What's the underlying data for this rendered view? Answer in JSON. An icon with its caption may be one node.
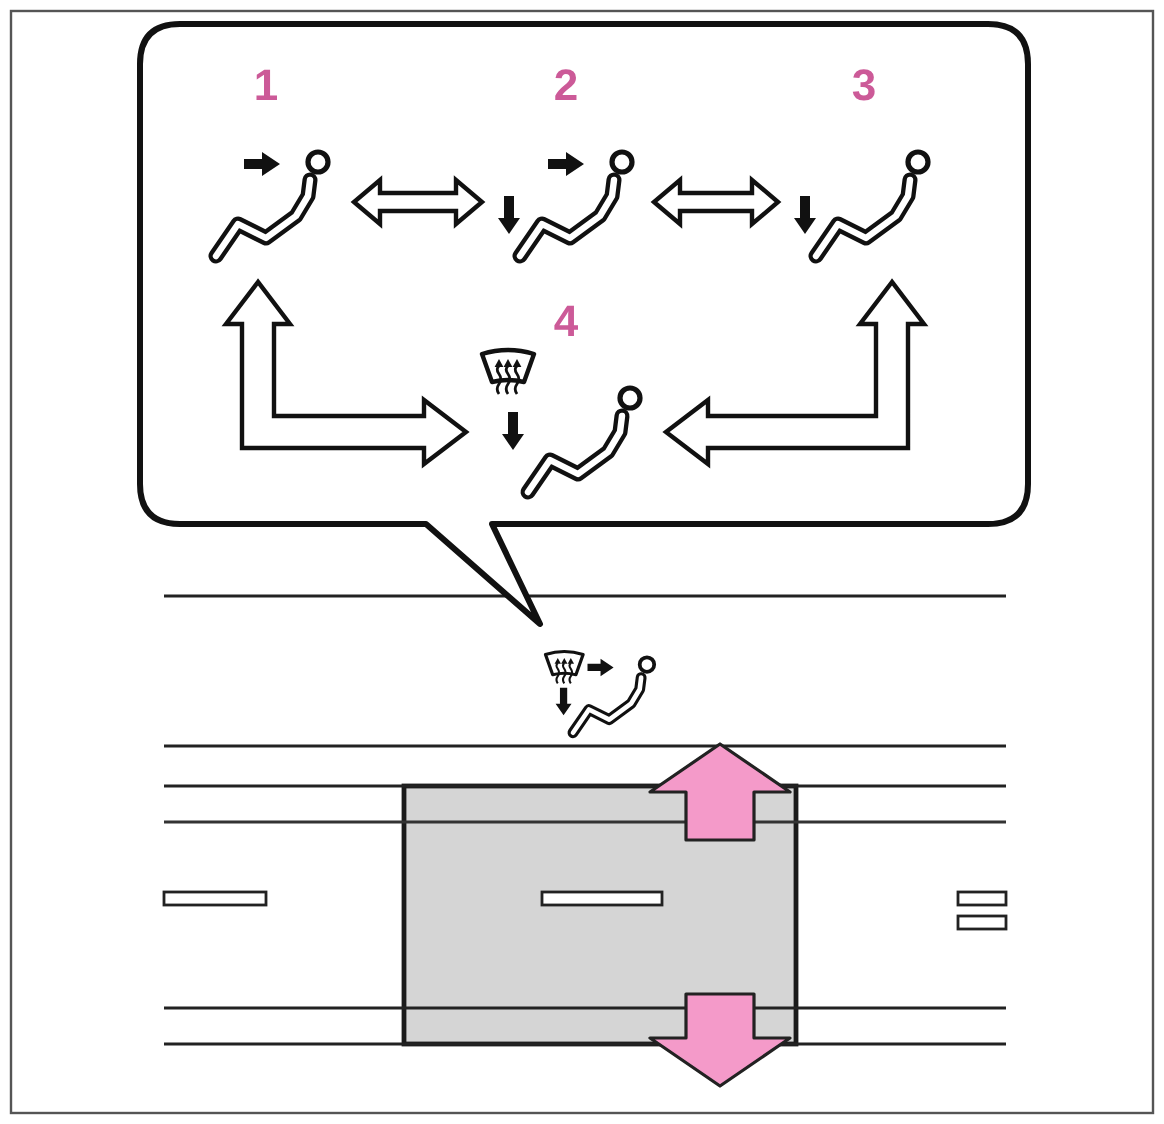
{
  "diagram": {
    "nodes": [
      {
        "text": [],
        "shape": "callout"
      },
      {
        "text": [
          "1"
        ],
        "in": 0
      },
      {
        "text": [
          "2"
        ],
        "in": 0
      },
      {
        "text": [
          "3"
        ],
        "in": 0
      },
      {
        "text": [
          "4"
        ],
        "in": 0
      }
    ],
    "edges": [
      {
        "from": 1,
        "to": 2,
        "arrow": "both"
      },
      {
        "from": 2,
        "to": 3,
        "arrow": "both"
      },
      {
        "from": 1,
        "to": 4,
        "arrow": "both"
      },
      {
        "from": 3,
        "to": 4,
        "arrow": "both"
      }
    ]
  }
}
